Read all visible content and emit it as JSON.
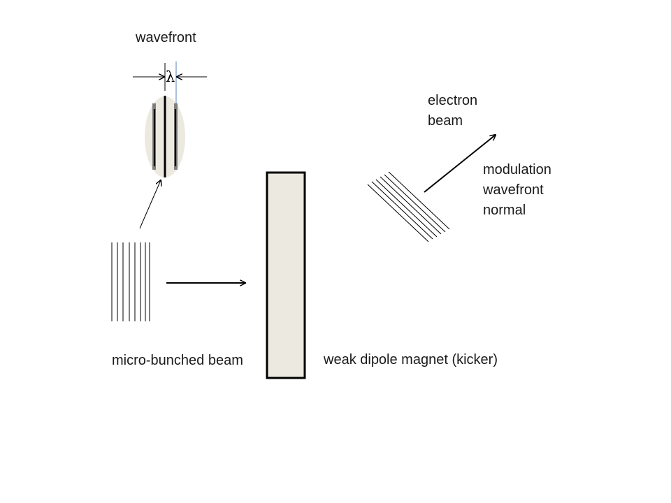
{
  "labels": {
    "wavefront": "wavefront",
    "lambda": "λ",
    "electron_beam": "electron\nbeam",
    "modulation_wavefront_normal": "modulation\nwavefront\nnormal",
    "micro_bunched_beam": "micro-bunched beam",
    "kicker": "weak dipole magnet (kicker)"
  },
  "colors": {
    "stroke": "#000000",
    "magnet_fill": "#ece9e1",
    "ellipse_fill": "#ece9e1",
    "plate_gray": "#7f7f7f",
    "marker_blue": "#4f81bd"
  }
}
